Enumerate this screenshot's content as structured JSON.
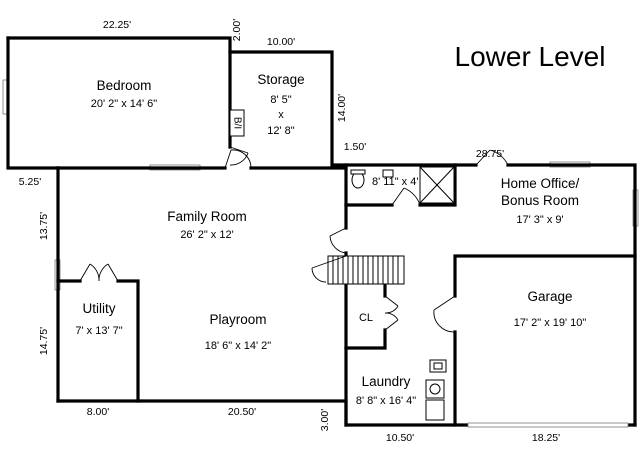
{
  "title": "Lower Level",
  "rooms": {
    "bedroom": {
      "name": "Bedroom",
      "size": "20' 2\" x 14' 6\""
    },
    "storage": {
      "name": "Storage",
      "size_a": "8' 5\"",
      "size_x": "x",
      "size_b": "12' 8\""
    },
    "builtin": {
      "label": "B/I"
    },
    "bath": {
      "size": "8' 11\" x 4'"
    },
    "home_office": {
      "name_line1": "Home Office/",
      "name_line2": "Bonus Room",
      "size": "17' 3\" x 9'"
    },
    "family_room": {
      "name": "Family Room",
      "size": "26' 2\" x 12'"
    },
    "utility": {
      "name": "Utility",
      "size": "7' x 13' 7\""
    },
    "playroom": {
      "name": "Playroom",
      "size": "18' 6\" x 14' 2\""
    },
    "closet": {
      "label": "CL"
    },
    "laundry": {
      "name": "Laundry",
      "size": "8' 8\" x 16' 4\""
    },
    "garage": {
      "name": "Garage",
      "size": "17' 2\" x 19' 10\""
    }
  },
  "dimensions": {
    "top_bedroom": "22.25'",
    "top_step": "2.00'",
    "top_storage": "10.00'",
    "right_storage": "14.00'",
    "storage_jog": "1.50'",
    "office_top": "28.75'",
    "left_jog": "5.25'",
    "left_family": "13.75'",
    "left_utility": "14.75'",
    "bottom_utility": "8.00'",
    "bottom_playroom": "20.50'",
    "bottom_step": "3.00'",
    "bottom_laundry": "10.50'",
    "bottom_garage": "18.25'"
  }
}
